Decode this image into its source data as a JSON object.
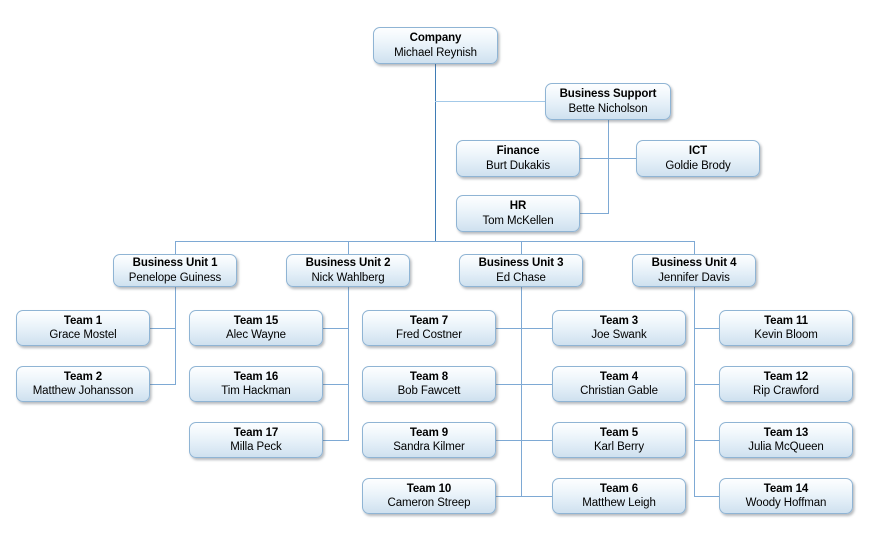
{
  "chart_type": "org-chart",
  "nodes": {
    "company": {
      "title": "Company",
      "person": "Michael Reynish"
    },
    "support": {
      "title": "Business Support",
      "person": "Bette Nicholson"
    },
    "finance": {
      "title": "Finance",
      "person": "Burt Dukakis"
    },
    "ict": {
      "title": "ICT",
      "person": "Goldie Brody"
    },
    "hr": {
      "title": "HR",
      "person": "Tom McKellen"
    },
    "bu1": {
      "title": "Business Unit 1",
      "person": "Penelope Guiness"
    },
    "bu2": {
      "title": "Business Unit 2",
      "person": "Nick Wahlberg"
    },
    "bu3": {
      "title": "Business Unit 3",
      "person": "Ed Chase"
    },
    "bu4": {
      "title": "Business Unit 4",
      "person": "Jennifer Davis"
    },
    "team1": {
      "title": "Team 1",
      "person": "Grace Mostel"
    },
    "team2": {
      "title": "Team 2",
      "person": "Matthew Johansson"
    },
    "team15": {
      "title": "Team 15",
      "person": "Alec Wayne"
    },
    "team16": {
      "title": "Team 16",
      "person": "Tim Hackman"
    },
    "team17": {
      "title": "Team 17",
      "person": "Milla Peck"
    },
    "team7": {
      "title": "Team 7",
      "person": "Fred Costner"
    },
    "team8": {
      "title": "Team 8",
      "person": "Bob Fawcett"
    },
    "team9": {
      "title": "Team 9",
      "person": "Sandra Kilmer"
    },
    "team10": {
      "title": "Team 10",
      "person": "Cameron Streep"
    },
    "team3": {
      "title": "Team 3",
      "person": "Joe Swank"
    },
    "team4": {
      "title": "Team 4",
      "person": "Christian Gable"
    },
    "team5": {
      "title": "Team 5",
      "person": "Karl Berry"
    },
    "team6": {
      "title": "Team 6",
      "person": "Matthew Leigh"
    },
    "team11": {
      "title": "Team 11",
      "person": "Kevin Bloom"
    },
    "team12": {
      "title": "Team 12",
      "person": "Rip Crawford"
    },
    "team13": {
      "title": "Team 13",
      "person": "Julia McQueen"
    },
    "team14": {
      "title": "Team 14",
      "person": "Woody Hoffman"
    }
  },
  "colors": {
    "connector": "#7ea9d4",
    "connector_dark": "#3f7cb5",
    "connector_light": "#a3c9e8",
    "node_border": "#8fb4d4",
    "node_fill_top": "#fdfeff",
    "node_fill_bottom": "#cfe1ef",
    "text": "#000000",
    "background": "#ffffff"
  }
}
